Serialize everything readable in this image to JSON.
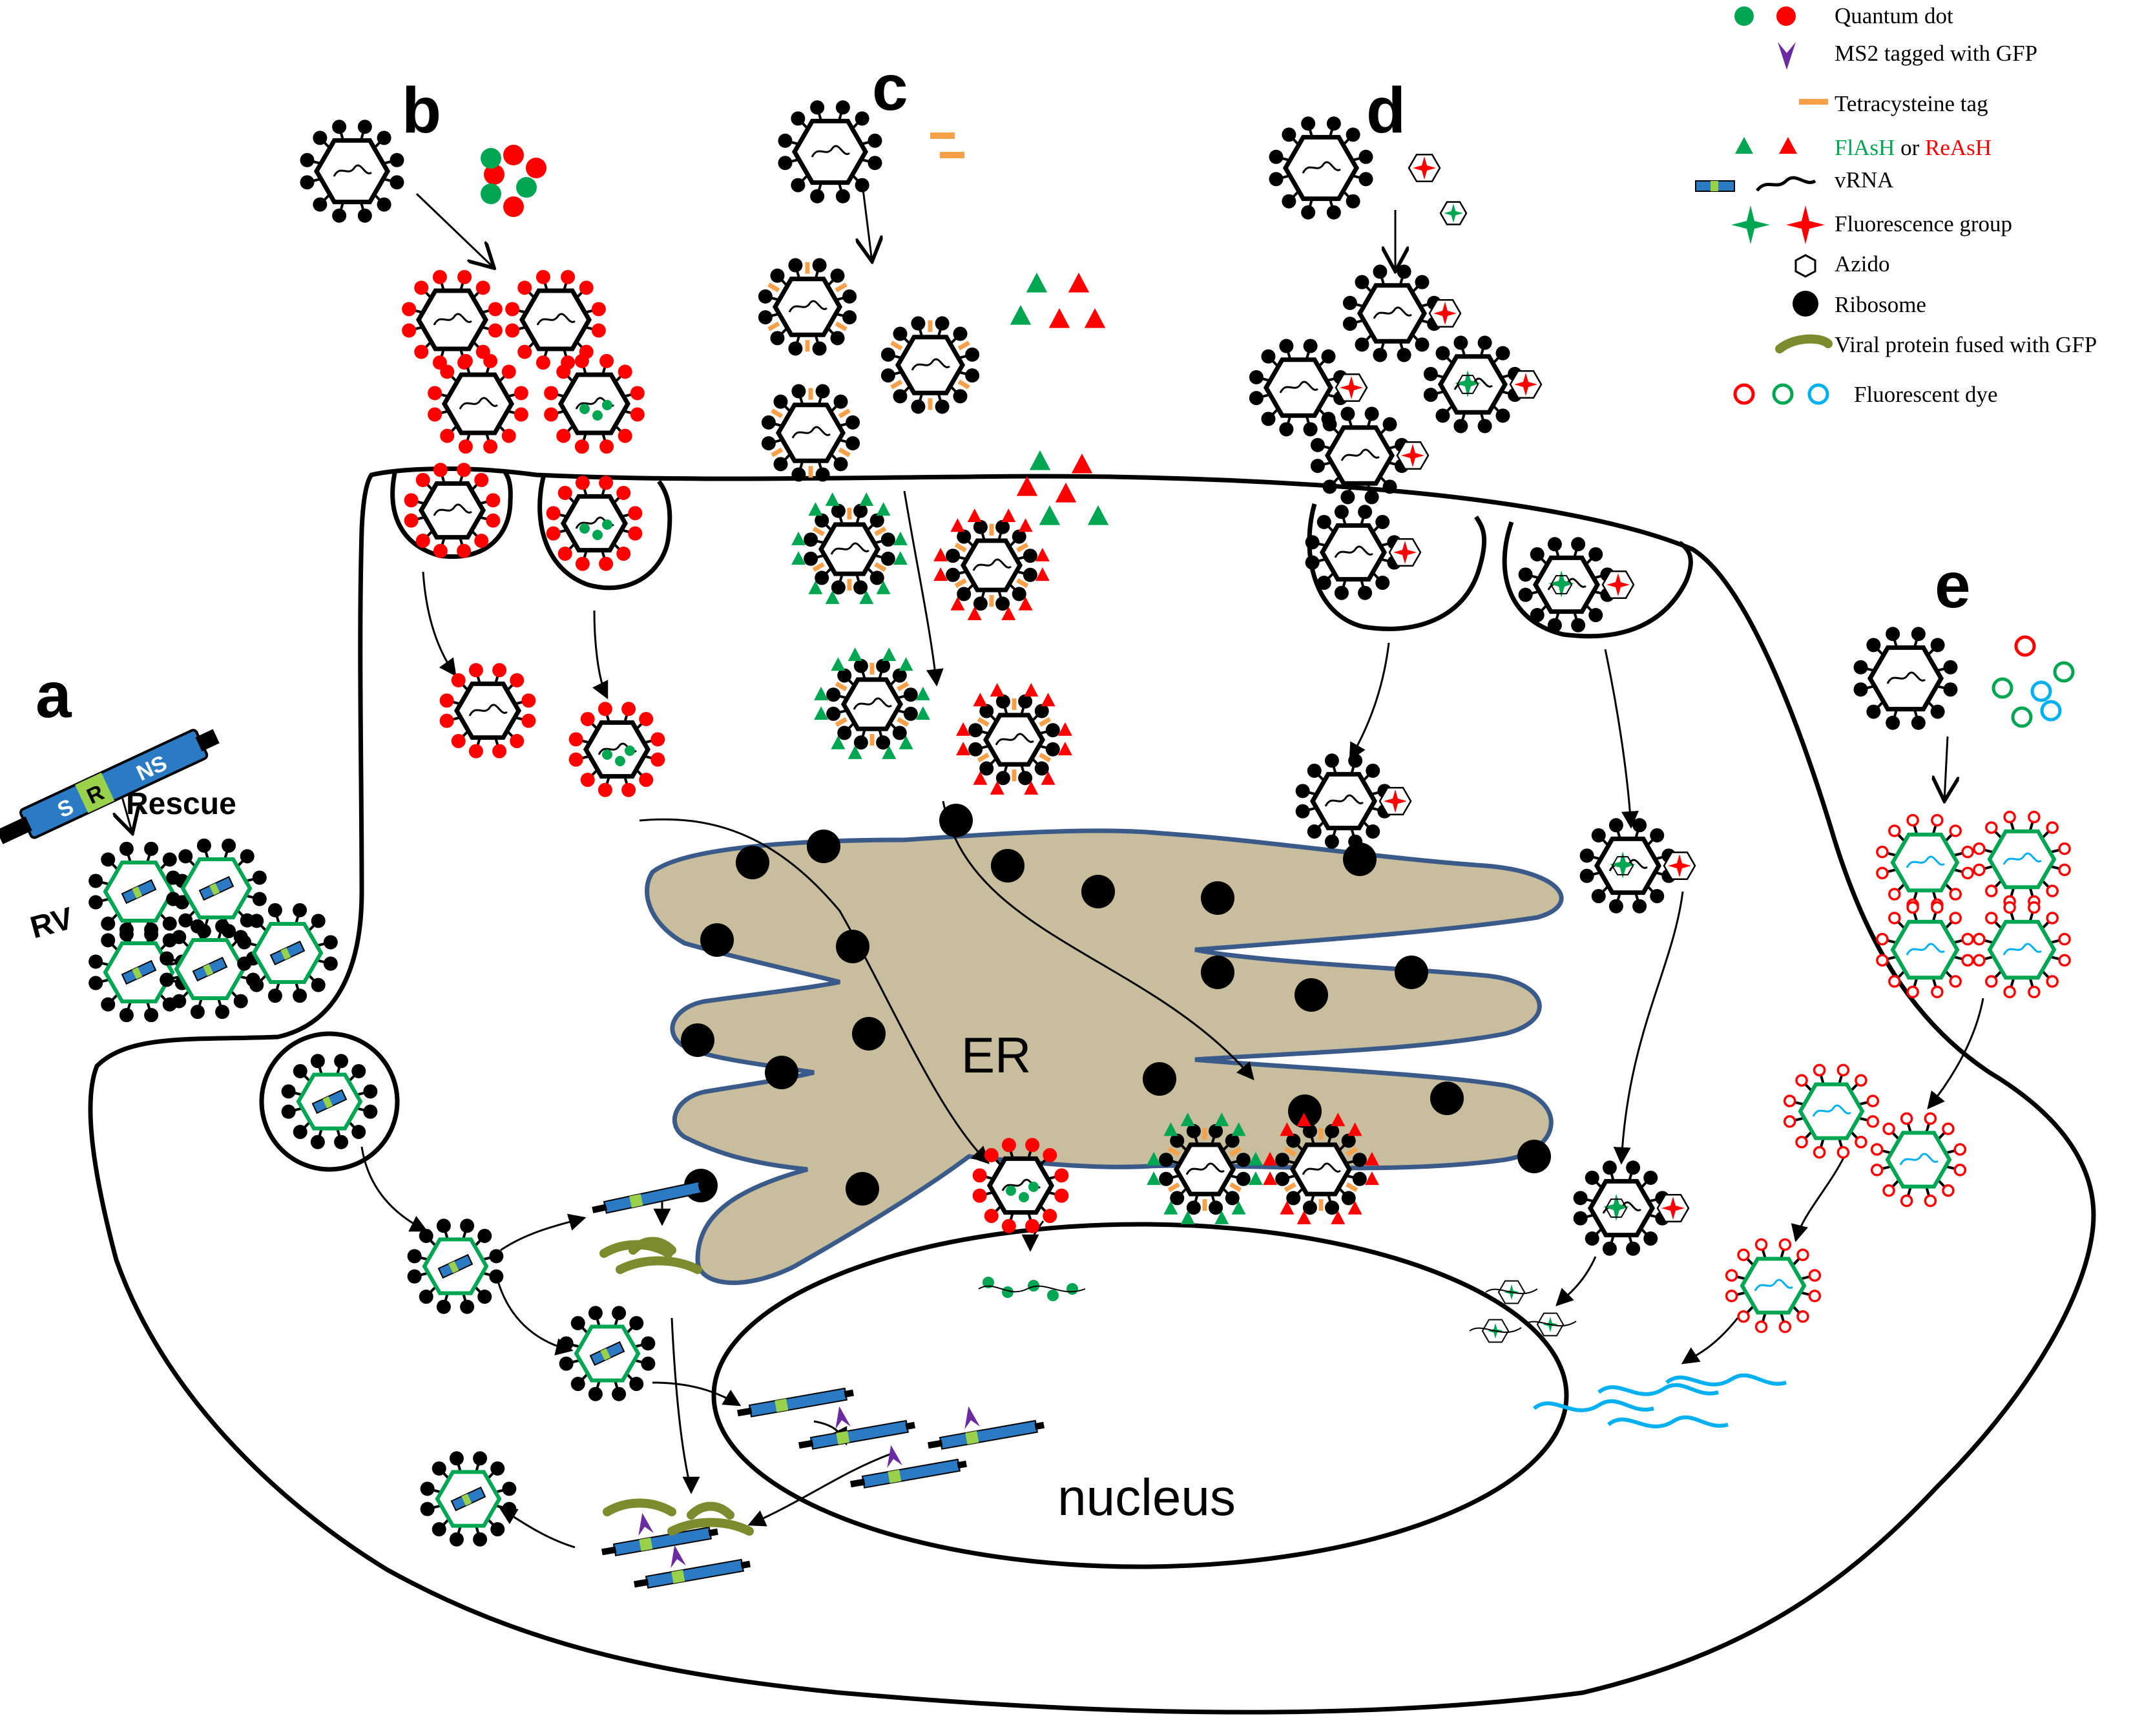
{
  "labels": {
    "panel_a": "a",
    "panel_b": "b",
    "panel_c": "c",
    "panel_d": "d",
    "panel_e": "e",
    "rescue": "Rescue",
    "rv": "RV",
    "er": "ER",
    "nucleus": "nucleus",
    "genome_s": "S",
    "genome_r": "R",
    "genome_ns": "NS"
  },
  "legend": {
    "quantum_dot": "Quantum dot",
    "ms2": "MS2 tagged with GFP",
    "tetracysteine": "Tetracysteine tag",
    "flash": "FlAsH",
    "or": " or ",
    "reash": "ReAsH",
    "vrna": "vRNA",
    "fluorescence_group": "Fluorescence group",
    "azido": "Azido",
    "ribosome": "Ribosome",
    "viral_protein": "Viral protein fused with GFP",
    "fluorescent_dye": "Fluorescent dye"
  },
  "colors": {
    "red": "#ff0000",
    "green": "#00a651",
    "orange": "#f7a04a",
    "purple": "#6a2ca0",
    "cyan": "#00b0f0",
    "er_fill": "#c8bd9c",
    "er_stroke": "#3a5a8a",
    "olive": "#7c8b2e",
    "black": "#000000"
  }
}
